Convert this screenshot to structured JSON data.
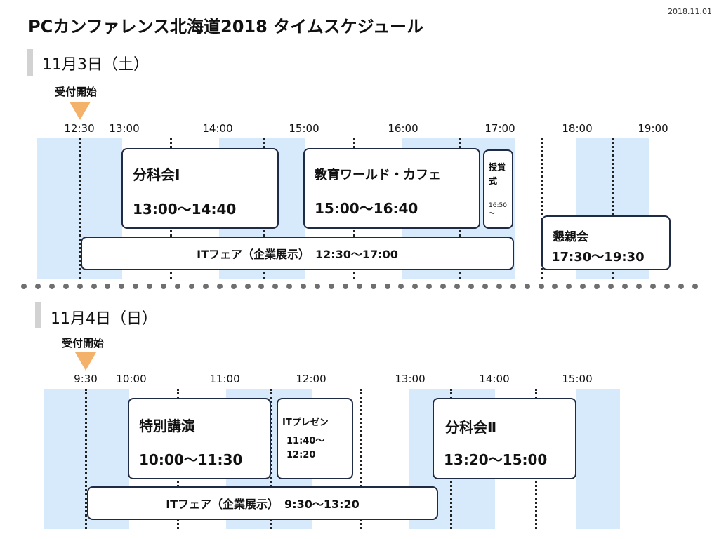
{
  "title": "PCカンファレンス北海道2018 タイムスケジュール",
  "date_stamp": "2018.11.01",
  "day1": {
    "heading": "11月3日（土）",
    "reception": "受付開始",
    "ticks": [
      "12:30",
      "13:00",
      "14:00",
      "15:00",
      "16:00",
      "17:00",
      "18:00",
      "19:00"
    ],
    "sessions": {
      "bunkakai1": {
        "name": "分科会Ⅰ",
        "time": "13:00〜14:40"
      },
      "kyoiku": {
        "name": "教育ワールド・カフェ",
        "time": "15:00〜16:40"
      },
      "jushoshiki": {
        "name1": "授賞",
        "name2": "式",
        "time1": "16:50",
        "time2": "〜"
      },
      "konshinkai": {
        "name": "懇親会",
        "time": "17:30〜19:30"
      }
    },
    "fair": "ITフェア（企業展示）　12:30〜17:00"
  },
  "day2": {
    "heading": "11月4日（日）",
    "reception": "受付開始",
    "ticks": [
      "9:30",
      "10:00",
      "11:00",
      "12:00",
      "13:00",
      "14:00",
      "15:00"
    ],
    "sessions": {
      "tokubetsu": {
        "name": "特別講演",
        "time": "10:00〜11:30"
      },
      "itpresen": {
        "name": "ITプレゼン",
        "time1": "11:40〜",
        "time2": "12:20"
      },
      "bunkakai2": {
        "name": "分科会Ⅱ",
        "time": "13:20〜15:00"
      }
    },
    "fair": "ITフェア（企業展示）　9:30〜13:20"
  }
}
